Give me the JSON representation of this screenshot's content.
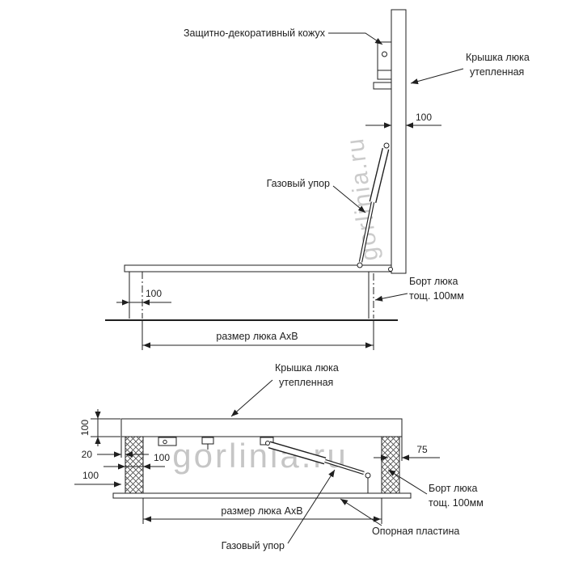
{
  "watermark": "gorlinia.ru",
  "top_view": {
    "label_casing": "Защитно-декоративный кожух",
    "label_lid_line1": "Крышка люка",
    "label_lid_line2": "утепленная",
    "dim_lid_thickness": "100",
    "label_gas_strut": "Газовый упор",
    "dim_wall_thickness": "100",
    "label_side_line1": "Борт люка",
    "label_side_line2": "тощ. 100мм",
    "dim_hatch_size": "размер люка AxB"
  },
  "bottom_view": {
    "label_lid_line1": "Крышка люка",
    "label_lid_line2": "утепленная",
    "dim_lid_thickness": "100",
    "dim_overhang": "20",
    "dim_wall_thickness": "100",
    "dim_right_offset": "75",
    "dim_depth": "100",
    "label_side_line1": "Борт люка",
    "label_side_line2": "тощ. 100мм",
    "dim_hatch_size": "размер люка AxB",
    "label_gas_strut": "Газовый упор",
    "label_plate": "Опорная пластина"
  }
}
